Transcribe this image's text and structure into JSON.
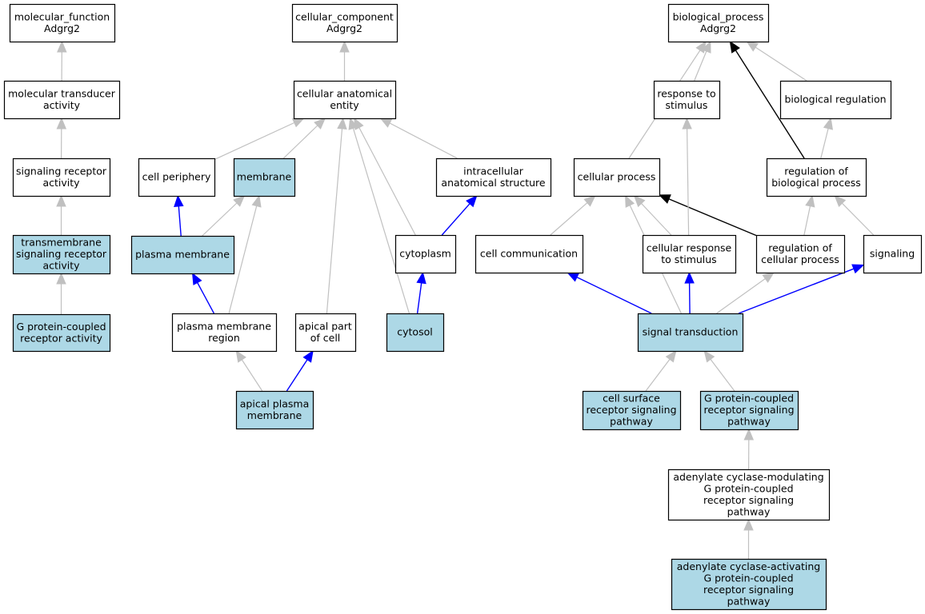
{
  "colors": {
    "highlight_fill": "#add8e6",
    "default_fill": "#ffffff",
    "gray_edge": "#c0c0c0",
    "blue_edge": "#0000ff",
    "black_edge": "#000000"
  },
  "nodes": [
    {
      "id": "mf_root",
      "lines": [
        "molecular_function",
        "Adgrg2"
      ],
      "highlight": false
    },
    {
      "id": "mol_transducer",
      "lines": [
        "molecular transducer",
        "activity"
      ],
      "highlight": false
    },
    {
      "id": "sig_receptor",
      "lines": [
        "signaling receptor",
        "activity"
      ],
      "highlight": false
    },
    {
      "id": "tm_sig_receptor",
      "lines": [
        "transmembrane",
        "signaling receptor",
        "activity"
      ],
      "highlight": true
    },
    {
      "id": "gpcr_activity",
      "lines": [
        "G protein-coupled",
        "receptor activity"
      ],
      "highlight": true
    },
    {
      "id": "cc_root",
      "lines": [
        "cellular_component",
        "Adgrg2"
      ],
      "highlight": false
    },
    {
      "id": "cell_anat",
      "lines": [
        "cellular anatomical",
        "entity"
      ],
      "highlight": false
    },
    {
      "id": "cell_periphery",
      "lines": [
        "cell periphery"
      ],
      "highlight": false
    },
    {
      "id": "membrane",
      "lines": [
        "membrane"
      ],
      "highlight": true
    },
    {
      "id": "intracellular",
      "lines": [
        "intracellular",
        "anatomical structure"
      ],
      "highlight": false
    },
    {
      "id": "plasma_membrane",
      "lines": [
        "plasma membrane"
      ],
      "highlight": true
    },
    {
      "id": "cytoplasm",
      "lines": [
        "cytoplasm"
      ],
      "highlight": false
    },
    {
      "id": "pm_region",
      "lines": [
        "plasma membrane",
        "region"
      ],
      "highlight": false
    },
    {
      "id": "apical_part",
      "lines": [
        "apical part",
        "of cell"
      ],
      "highlight": false
    },
    {
      "id": "cytosol",
      "lines": [
        "cytosol"
      ],
      "highlight": true
    },
    {
      "id": "apical_pm",
      "lines": [
        "apical plasma",
        "membrane"
      ],
      "highlight": true
    },
    {
      "id": "bp_root",
      "lines": [
        "biological_process",
        "Adgrg2"
      ],
      "highlight": false
    },
    {
      "id": "resp_stim",
      "lines": [
        "response to",
        "stimulus"
      ],
      "highlight": false
    },
    {
      "id": "bio_reg",
      "lines": [
        "biological regulation"
      ],
      "highlight": false
    },
    {
      "id": "cell_process",
      "lines": [
        "cellular process"
      ],
      "highlight": false
    },
    {
      "id": "reg_bio",
      "lines": [
        "regulation of",
        "biological process"
      ],
      "highlight": false
    },
    {
      "id": "cell_comm",
      "lines": [
        "cell communication"
      ],
      "highlight": false
    },
    {
      "id": "cell_resp",
      "lines": [
        "cellular response",
        "to stimulus"
      ],
      "highlight": false
    },
    {
      "id": "reg_cell",
      "lines": [
        "regulation of",
        "cellular process"
      ],
      "highlight": false
    },
    {
      "id": "signaling",
      "lines": [
        "signaling"
      ],
      "highlight": false
    },
    {
      "id": "sig_trans",
      "lines": [
        "signal transduction"
      ],
      "highlight": true
    },
    {
      "id": "csr_pathway",
      "lines": [
        "cell surface",
        "receptor signaling",
        "pathway"
      ],
      "highlight": true
    },
    {
      "id": "gpcr_pathway",
      "lines": [
        "G protein-coupled",
        "receptor signaling",
        "pathway"
      ],
      "highlight": true
    },
    {
      "id": "ac_mod",
      "lines": [
        "adenylate cyclase-modulating",
        "G protein-coupled",
        "receptor signaling",
        "pathway"
      ],
      "highlight": false
    },
    {
      "id": "ac_act",
      "lines": [
        "adenylate cyclase-activating",
        "G protein-coupled",
        "receptor signaling",
        "pathway"
      ],
      "highlight": true
    }
  ],
  "edges": [
    {
      "from": "mol_transducer",
      "to": "mf_root",
      "color": "gray"
    },
    {
      "from": "sig_receptor",
      "to": "mol_transducer",
      "color": "gray"
    },
    {
      "from": "tm_sig_receptor",
      "to": "sig_receptor",
      "color": "gray"
    },
    {
      "from": "gpcr_activity",
      "to": "tm_sig_receptor",
      "color": "gray"
    },
    {
      "from": "cell_anat",
      "to": "cc_root",
      "color": "gray"
    },
    {
      "from": "cell_periphery",
      "to": "cell_anat",
      "color": "gray"
    },
    {
      "from": "membrane",
      "to": "cell_anat",
      "color": "gray"
    },
    {
      "from": "intracellular",
      "to": "cell_anat",
      "color": "gray"
    },
    {
      "from": "cytoplasm",
      "to": "cell_anat",
      "color": "gray"
    },
    {
      "from": "cytosol",
      "to": "cell_anat",
      "color": "gray"
    },
    {
      "from": "apical_part",
      "to": "cell_anat",
      "color": "gray"
    },
    {
      "from": "plasma_membrane",
      "to": "cell_periphery",
      "color": "blue"
    },
    {
      "from": "plasma_membrane",
      "to": "membrane",
      "color": "gray"
    },
    {
      "from": "pm_region",
      "to": "membrane",
      "color": "gray"
    },
    {
      "from": "pm_region",
      "to": "plasma_membrane",
      "color": "blue"
    },
    {
      "from": "cytoplasm",
      "to": "intracellular",
      "color": "blue"
    },
    {
      "from": "cytosol",
      "to": "cytoplasm",
      "color": "blue"
    },
    {
      "from": "apical_pm",
      "to": "pm_region",
      "color": "gray"
    },
    {
      "from": "apical_pm",
      "to": "apical_part",
      "color": "blue"
    },
    {
      "from": "cell_process",
      "to": "bp_root",
      "color": "gray"
    },
    {
      "from": "resp_stim",
      "to": "bp_root",
      "color": "gray"
    },
    {
      "from": "bio_reg",
      "to": "bp_root",
      "color": "gray"
    },
    {
      "from": "reg_bio",
      "to": "bp_root",
      "color": "black"
    },
    {
      "from": "reg_bio",
      "to": "bio_reg",
      "color": "gray"
    },
    {
      "from": "cell_comm",
      "to": "cell_process",
      "color": "gray"
    },
    {
      "from": "cell_resp",
      "to": "cell_process",
      "color": "gray"
    },
    {
      "from": "reg_cell",
      "to": "cell_process",
      "color": "black"
    },
    {
      "from": "sig_trans",
      "to": "cell_process",
      "color": "gray"
    },
    {
      "from": "cell_resp",
      "to": "resp_stim",
      "color": "gray"
    },
    {
      "from": "reg_cell",
      "to": "reg_bio",
      "color": "gray"
    },
    {
      "from": "signaling",
      "to": "reg_bio",
      "color": "gray"
    },
    {
      "from": "sig_trans",
      "to": "cell_comm",
      "color": "blue"
    },
    {
      "from": "sig_trans",
      "to": "cell_resp",
      "color": "blue"
    },
    {
      "from": "sig_trans",
      "to": "reg_cell",
      "color": "gray"
    },
    {
      "from": "sig_trans",
      "to": "signaling",
      "color": "blue"
    },
    {
      "from": "csr_pathway",
      "to": "sig_trans",
      "color": "gray"
    },
    {
      "from": "gpcr_pathway",
      "to": "sig_trans",
      "color": "gray"
    },
    {
      "from": "ac_mod",
      "to": "gpcr_pathway",
      "color": "gray"
    },
    {
      "from": "ac_act",
      "to": "ac_mod",
      "color": "gray"
    }
  ]
}
